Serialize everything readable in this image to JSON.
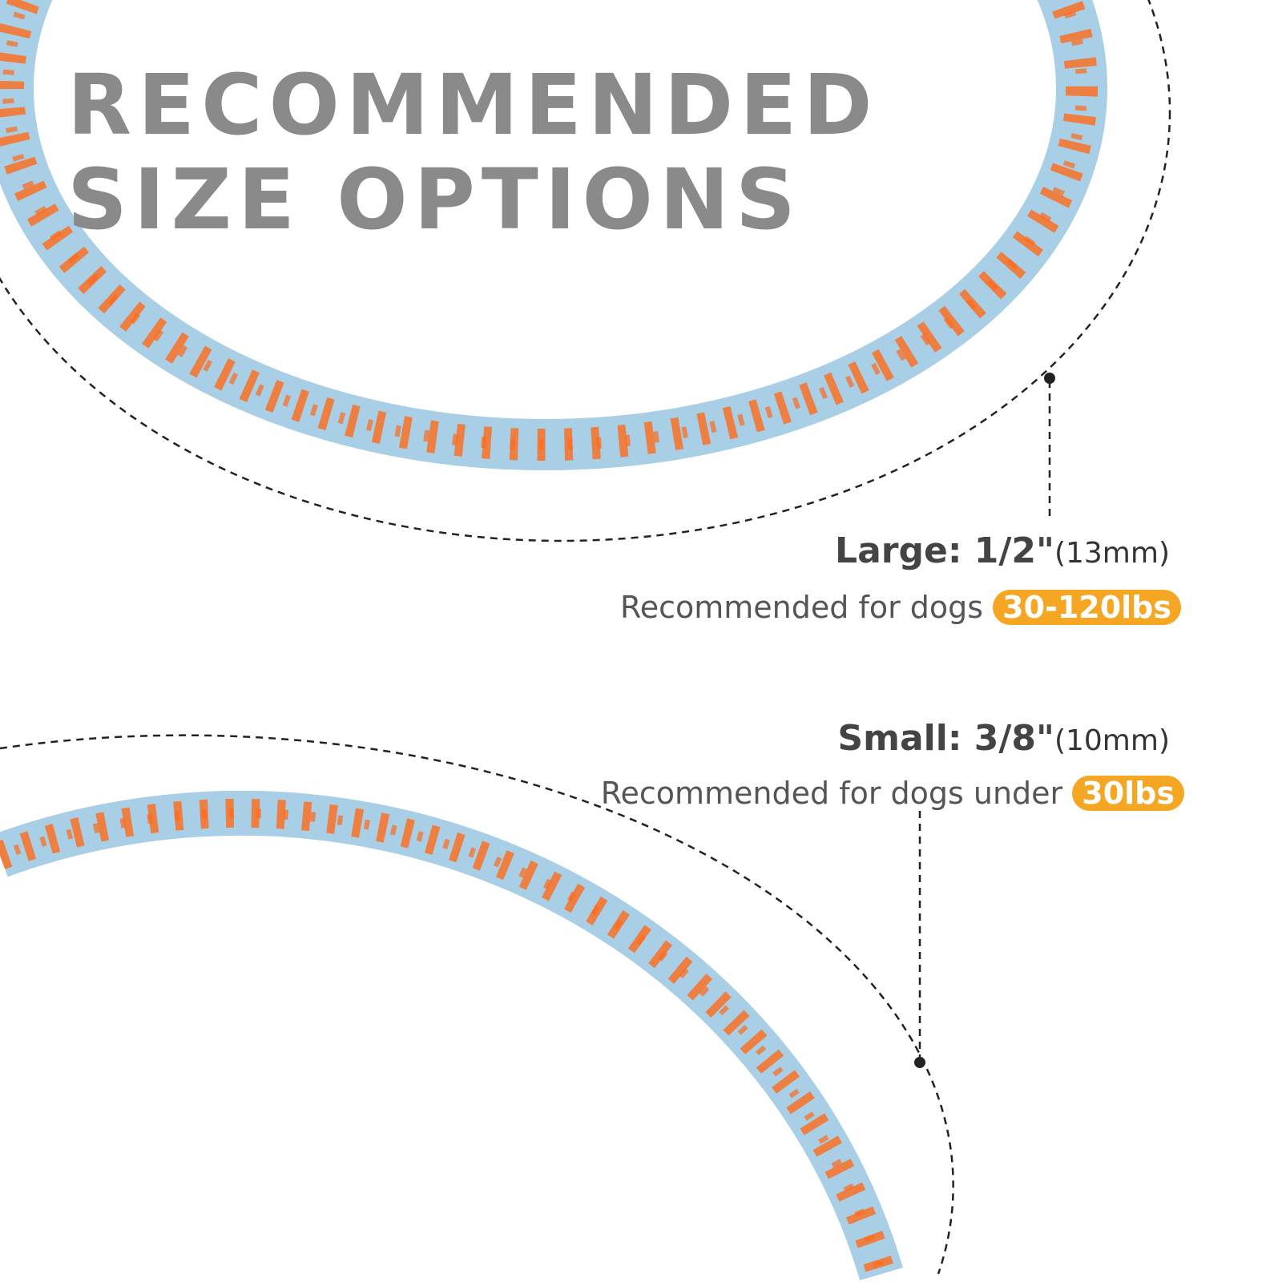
{
  "title": {
    "line1": "RECOMMENDED",
    "line2": "SIZE OPTIONS"
  },
  "large": {
    "label": "Large: 1/2\"",
    "metric": "(13mm)",
    "recommend": "Recommended for dogs ",
    "range": "30-120lbs"
  },
  "small": {
    "label": "Small: 3/8\"",
    "metric": "(10mm)",
    "recommend": "Recommended for dogs under ",
    "range": "30lbs"
  },
  "colors": {
    "rope": "#a8cfe6",
    "accent": "#ff6a1a",
    "badge": "#f5a623",
    "title": "#8a8a8a"
  }
}
